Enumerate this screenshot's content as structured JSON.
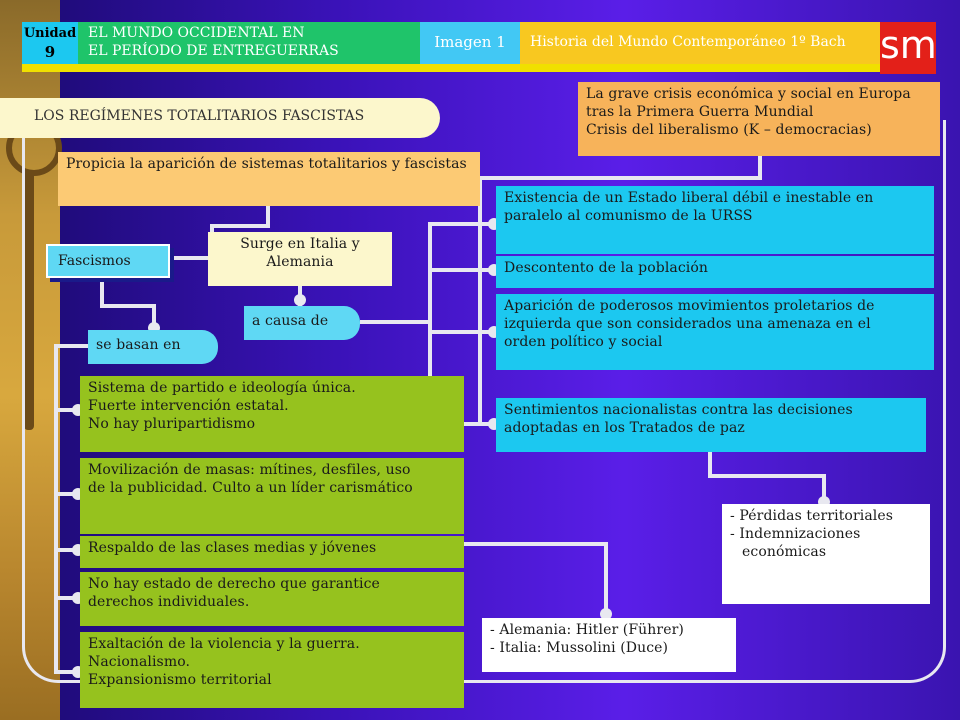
{
  "header": {
    "unit_label": "Unidad",
    "unit_number": "9",
    "title_line1": "EL MUNDO OCCIDENTAL EN",
    "title_line2": "EL PERÍODO DE ENTREGUERRAS",
    "image_label": "Imagen 1",
    "course": "Historia del Mundo Contemporáneo 1º Bach",
    "logo": "sm"
  },
  "section_title": "LOS REGÍMENES TOTALITARIOS FASCISTAS",
  "left": {
    "propicia": "Propicia la aparición de sistemas totalitarios y fascistas",
    "fascismos": "Fascismos",
    "surge": "Surge en Italia y Alemania",
    "a_causa": "a causa de",
    "se_basan": "se basan en",
    "bases": [
      {
        "l1": "Sistema de partido e ideología única.",
        "l2": "Fuerte intervención estatal.",
        "l3": "No hay pluripartidismo"
      },
      {
        "l1": "Movilización de masas: mítines, desfiles, uso",
        "l2": "de la publicidad. Culto a un líder carismático",
        "l3": ""
      },
      {
        "l1": "Respaldo de las clases medias y jóvenes",
        "l2": "",
        "l3": ""
      },
      {
        "l1": "No hay estado de derecho que garantice",
        "l2": "derechos individuales.",
        "l3": ""
      },
      {
        "l1": "Exaltación de la violencia y la guerra.",
        "l2": "Nacionalismo.",
        "l3": "Expansionismo territorial"
      }
    ]
  },
  "right": {
    "crisis": {
      "l1": "La grave crisis económica y social en Europa",
      "l2": "tras la Primera Guerra Mundial",
      "l3": "Crisis del liberalismo (K – democracias)"
    },
    "estado": {
      "l1": "Existencia de un Estado liberal débil e inestable en",
      "l2": "paralelo al comunismo de la URSS"
    },
    "descontento": "Descontento de la población",
    "movimientos": {
      "l1": "Aparición de poderosos movimientos proletarios de",
      "l2": "izquierda que son considerados una amenaza en el",
      "l3": "orden político y social"
    },
    "sentimientos": {
      "l1": "Sentimientos nacionalistas contra las decisiones",
      "l2": "adoptadas en los Tratados de paz"
    },
    "perdidas": {
      "l1": "- Pérdidas territoriales",
      "l2": "- Indemnizaciones",
      "l3": "económicas"
    },
    "lideres": {
      "l1": "- Alemania: Hitler (Führer)",
      "l2": "- Italia: Mussolini (Duce)"
    }
  }
}
